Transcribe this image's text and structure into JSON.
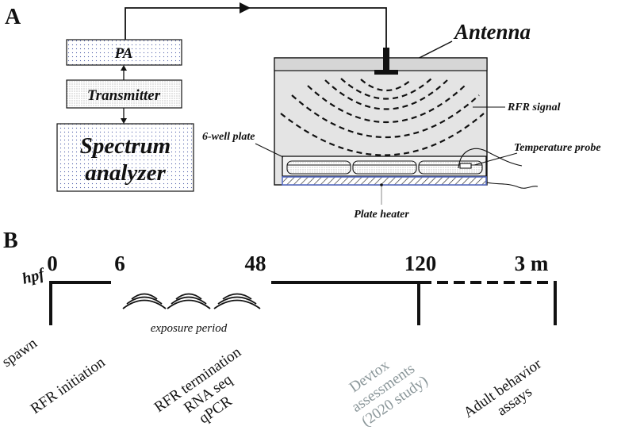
{
  "panels": {
    "a": {
      "label": "A",
      "pa_label": "PA",
      "transmitter_label": "Transmitter",
      "spectrum_line1": "Spectrum",
      "spectrum_line2": "analyzer",
      "antenna_label": "Antenna",
      "rfr_signal_label": "RFR signal",
      "well_plate_label": "6-well plate",
      "temp_probe_label": "Temperature probe",
      "plate_heater_label": "Plate heater"
    },
    "b": {
      "label": "B",
      "unit_label": "hpf",
      "ticks": [
        "0",
        "6",
        "48",
        "120",
        "3 m"
      ],
      "exposure_label": "exposure period",
      "events": {
        "spawn": "spawn",
        "rfr_initiation": "RFR initiation",
        "termination_line1": "RFR termination",
        "termination_line2": "RNA seq",
        "termination_line3": "qPCR",
        "devtox_line1": "Devtox",
        "devtox_line2": "assessments",
        "devtox_line3": "(2020 study)",
        "adult_line1": "Adult behavior",
        "adult_line2": "assays"
      }
    }
  },
  "colors": {
    "ink": "#111111",
    "devtox_gray": "#8a9699",
    "box_fill": "#e8ebf4",
    "chamber_fill": "#e4e4e4",
    "heater_blue": "#5a6fc4"
  }
}
